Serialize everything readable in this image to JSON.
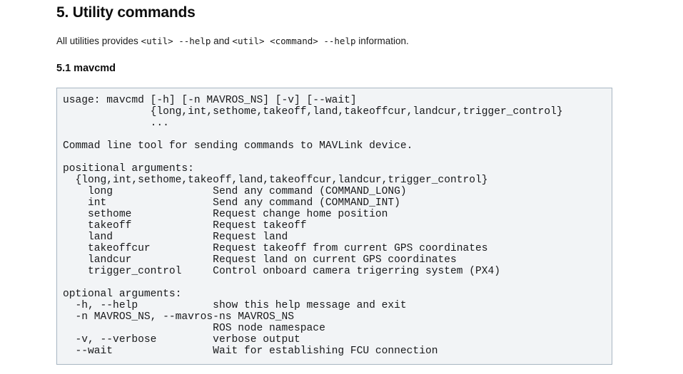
{
  "document": {
    "section_title": "5. Utility commands",
    "intro": {
      "text_before": "All utilities provides ",
      "code_1": "<util> --help",
      "text_middle": " and ",
      "code_2": "<util> <command> --help",
      "text_after": " information."
    },
    "sub_title": "5.1 mavcmd",
    "code_block": {
      "language": "text",
      "background_color": "#f2f4f6",
      "border_color": "#a8b6c2",
      "lines": [
        "usage: mavcmd [-h] [-n MAVROS_NS] [-v] [--wait]",
        "              {long,int,sethome,takeoff,land,takeoffcur,landcur,trigger_control}",
        "              ...",
        "",
        "Commad line tool for sending commands to MAVLink device.",
        "",
        "positional arguments:",
        "  {long,int,sethome,takeoff,land,takeoffcur,landcur,trigger_control}",
        "    long                Send any command (COMMAND_LONG)",
        "    int                 Send any command (COMMAND_INT)",
        "    sethome             Request change home position",
        "    takeoff             Request takeoff",
        "    land                Request land",
        "    takeoffcur          Request takeoff from current GPS coordinates",
        "    landcur             Request land on current GPS coordinates",
        "    trigger_control     Control onboard camera trigerring system (PX4)",
        "",
        "optional arguments:",
        "  -h, --help            show this help message and exit",
        "  -n MAVROS_NS, --mavros-ns MAVROS_NS",
        "                        ROS node namespace",
        "  -v, --verbose         verbose output",
        "  --wait                Wait for establishing FCU connection"
      ]
    }
  }
}
